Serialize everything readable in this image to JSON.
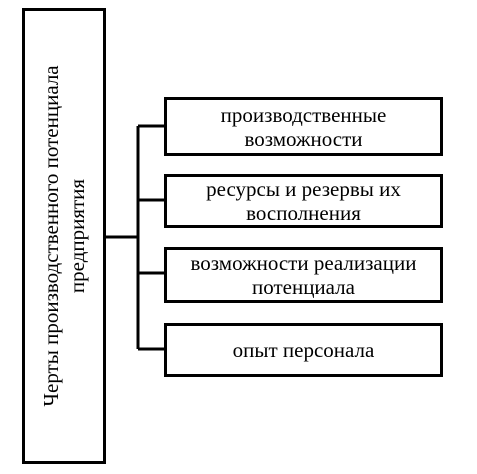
{
  "main": {
    "label": "Черты производственного потенциала предприятия"
  },
  "items": [
    {
      "label": "производственные возможности"
    },
    {
      "label": "ресурсы и резервы их восполнения"
    },
    {
      "label": "возможности реализации потенциала"
    },
    {
      "label": "опыт персонала"
    }
  ],
  "colors": {
    "line": "#000000",
    "background": "#ffffff"
  }
}
